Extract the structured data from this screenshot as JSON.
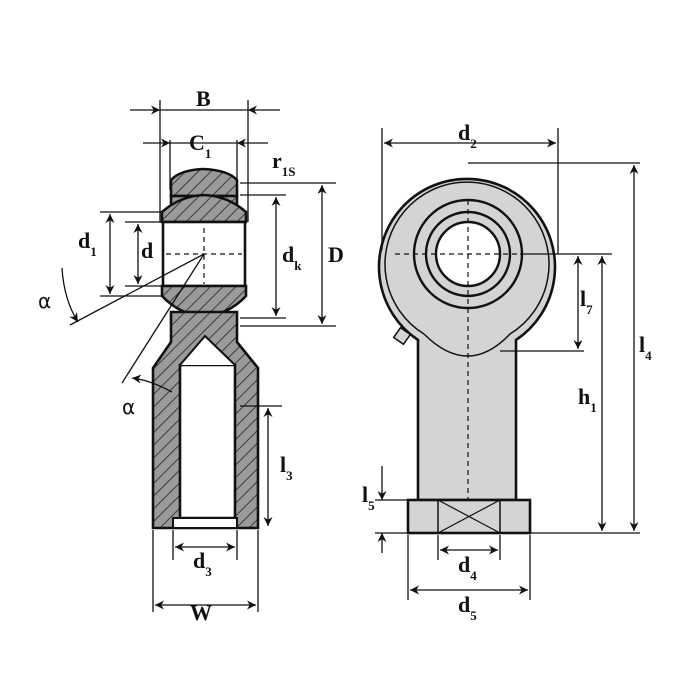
{
  "labels": {
    "B": "B",
    "C": "C",
    "C_sub": "1",
    "r": "r",
    "r_sub": "1S",
    "d1": "d",
    "d1_sub": "1",
    "d": "d",
    "dk": "d",
    "dk_sub": "k",
    "D": "D",
    "alpha1": "α",
    "alpha2": "α",
    "l3": "l",
    "l3_sub": "3",
    "d3": "d",
    "d3_sub": "3",
    "W": "W",
    "d2": "d",
    "d2_sub": "2",
    "l7": "l",
    "l7_sub": "7",
    "h1": "h",
    "h1_sub": "1",
    "l4": "l",
    "l4_sub": "4",
    "l5": "l",
    "l5_sub": "5",
    "d4": "d",
    "d4_sub": "4",
    "d5": "d",
    "d5_sub": "5"
  },
  "colors": {
    "section_fill": "#9a9a9a",
    "body_fill": "#d4d4d4",
    "line": "#111111"
  }
}
